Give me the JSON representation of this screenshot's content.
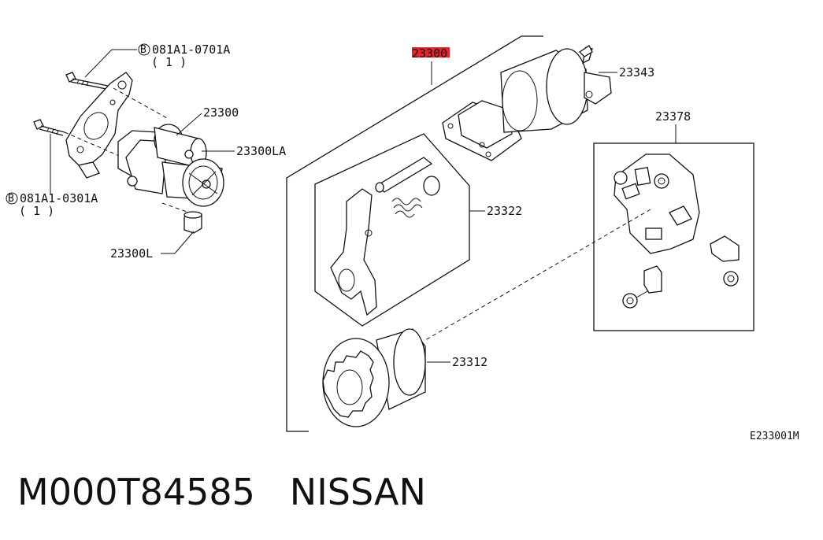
{
  "labels": {
    "bolt_top": "081A1-0701A",
    "bolt_top_qty": "( 1 )",
    "bolt_bottom": "081A1-0301A",
    "bolt_bottom_qty": "( 1 )",
    "bolt_marker": "B",
    "starter": "23300",
    "starter_la": "23300LA",
    "starter_l": "23300L",
    "assembly": "23300",
    "solenoid": "23343",
    "brush_holder": "23378",
    "lever_set": "23322",
    "pinion": "23312",
    "diagram_code": "E233001M"
  },
  "highlight_color": "#e8222a",
  "footer": {
    "part_number": "M000T84585",
    "brand": "NISSAN"
  }
}
